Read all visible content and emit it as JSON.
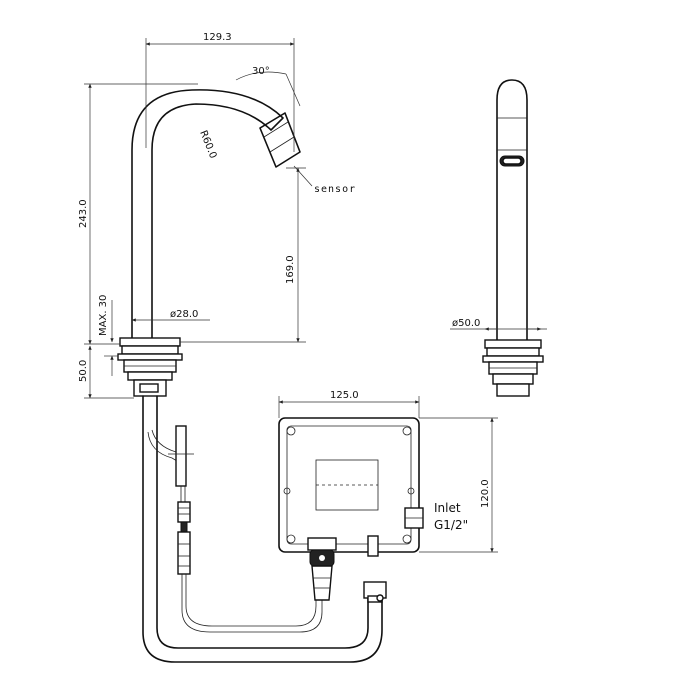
{
  "dimensions": {
    "spout_reach": "129.3",
    "angle": "30°",
    "bend_radius": "R60.0",
    "sensor_label": "sensor",
    "total_height": "243.0",
    "spout_height": "169.0",
    "max_thickness": "MAX. 30",
    "thread_length": "50.0",
    "body_diameter": "ø28.0",
    "base_diameter": "ø50.0",
    "box_width": "125.0",
    "box_height": "120.0",
    "inlet_label": "Inlet",
    "inlet_thread": "G1/2\""
  }
}
